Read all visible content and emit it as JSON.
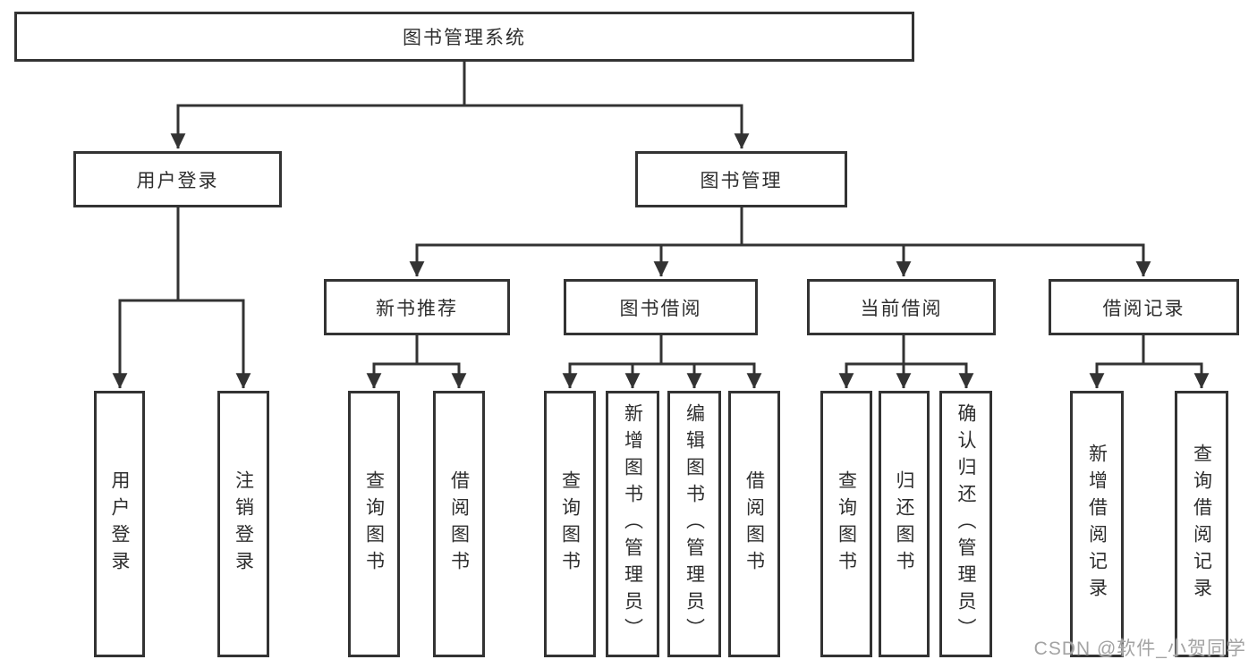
{
  "title": "图书管理系统",
  "colors": {
    "line": "#333333",
    "box_border": "#333333",
    "text": "#2e2e2e",
    "watermark": "#a3a3a3"
  },
  "tree": {
    "root": {
      "label": "图书管理系统",
      "children": [
        {
          "label": "用户登录",
          "children": [
            {
              "label": "用户登录"
            },
            {
              "label": "注销登录"
            }
          ]
        },
        {
          "label": "图书管理",
          "children": [
            {
              "label": "新书推荐",
              "children": [
                {
                  "label": "查询图书"
                },
                {
                  "label": "借阅图书"
                }
              ]
            },
            {
              "label": "图书借阅",
              "children": [
                {
                  "label": "查询图书"
                },
                {
                  "label": "新增图书（管理员）"
                },
                {
                  "label": "编辑图书（管理员）"
                },
                {
                  "label": "借阅图书"
                }
              ]
            },
            {
              "label": "当前借阅",
              "children": [
                {
                  "label": "查询图书"
                },
                {
                  "label": "归还图书"
                },
                {
                  "label": "确认归还（管理员）"
                }
              ]
            },
            {
              "label": "借阅记录",
              "children": [
                {
                  "label": "新增借阅记录"
                },
                {
                  "label": "查询借阅记录"
                }
              ]
            }
          ]
        }
      ]
    }
  },
  "watermark": {
    "text": "CSDN @软件_小贺同学"
  }
}
